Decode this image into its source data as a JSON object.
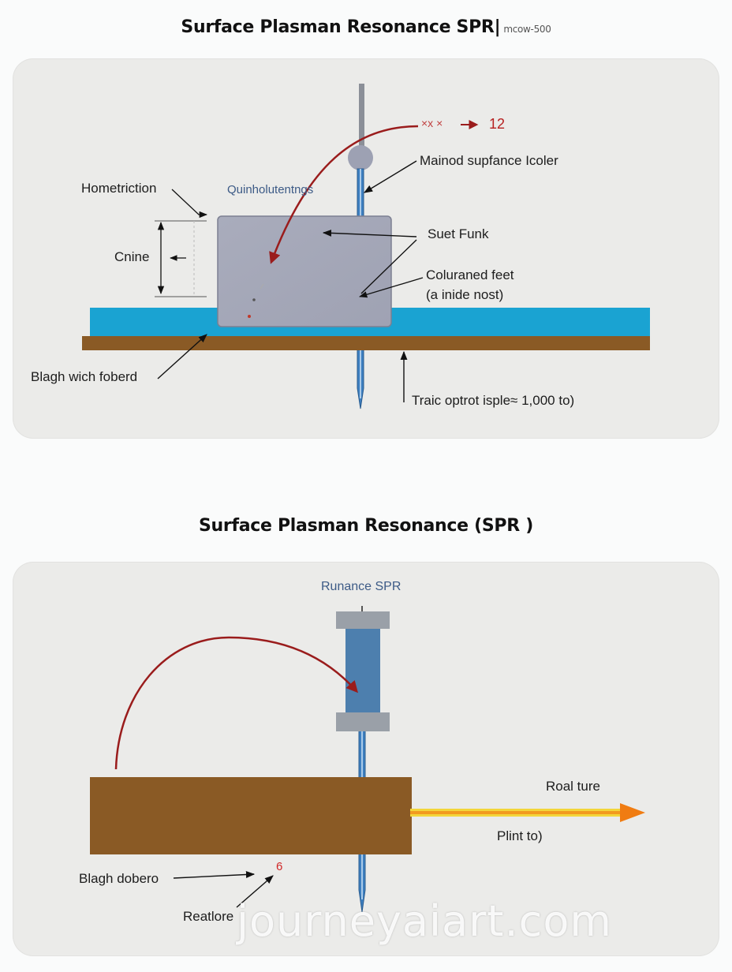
{
  "panel1": {
    "title": "Surface Plasman Resonance  SPR|",
    "title_tag": "mcow-500",
    "labels": {
      "arrow_top_small": "×x ×",
      "arrow_top_number": "12",
      "mained_surface": "Mainod supfance Icoler",
      "hometriction": "Hometriction",
      "quinhol": "Quinholutentngs",
      "chine": "Cnine",
      "suet_funk": "Suet Funk",
      "coluraned_feet": "Coluraned feet",
      "a_inide_nost": "(a inide nost)",
      "blagh_wich": "Blagh wich foberd",
      "traic_optrot": "Traic optrot isple≈ 1,000 to)"
    }
  },
  "panel2": {
    "title": "Surface Plasman Resonance (SPR )",
    "labels": {
      "runance_spr": "Runance SPR",
      "roal_ture": "Roal ture",
      "plint_to": "Plint to)",
      "blagh_dobero": "Blagh dobero",
      "number_6": "6",
      "reatlore": "Reatlore"
    }
  },
  "watermark": "journeyaiart.com",
  "colors": {
    "panel_bg": "#ebebe9",
    "cyan_layer": "#1aa3d2",
    "brown_layer": "#8a5a25",
    "probe_blue": "#3f7bb8",
    "red_arrow": "#9a1c1c",
    "orange_arrow": "#f07c12"
  },
  "icons": [
    "red-curved-arrow-icon",
    "black-pointer-arrow-icon",
    "orange-arrow-icon"
  ]
}
